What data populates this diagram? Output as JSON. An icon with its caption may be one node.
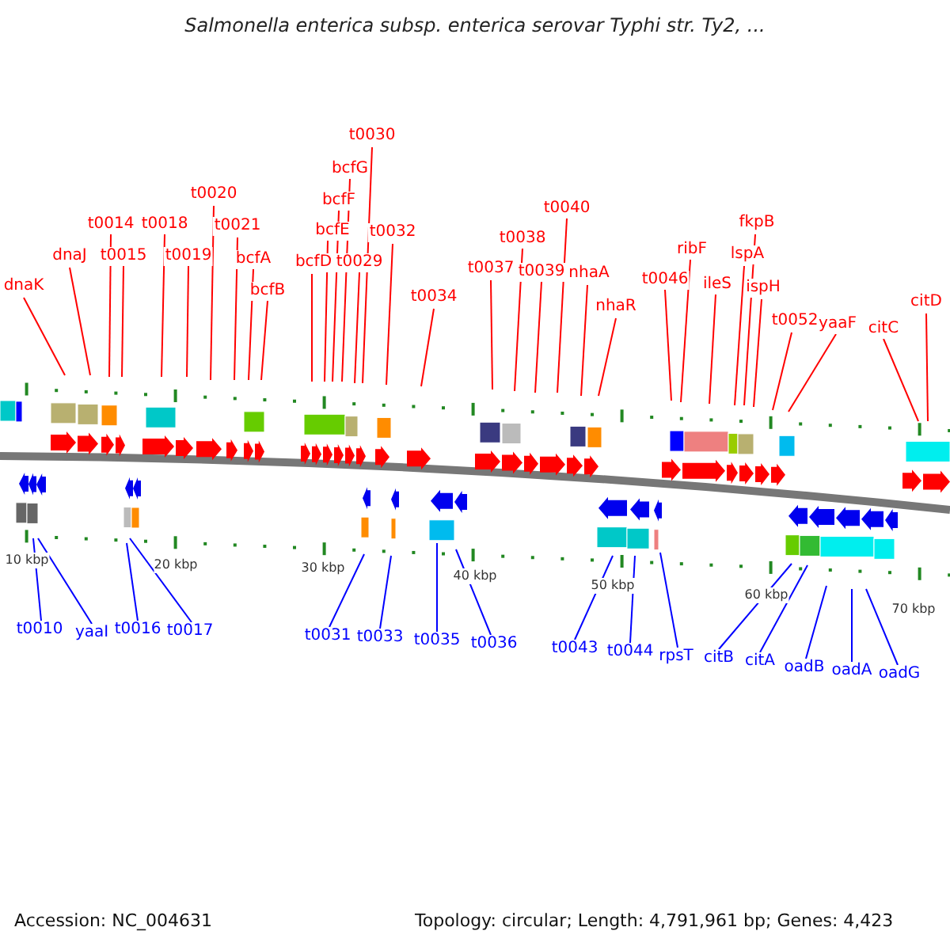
{
  "diagram": {
    "title": "Salmonella enterica subsp. enterica serovar Typhi str. Ty2, ...",
    "nodes": [
      {
        "text": [
          "dnaK"
        ]
      },
      {
        "text": [
          "dnaJ"
        ]
      },
      {
        "text": [
          "t0014"
        ]
      },
      {
        "text": [
          "t0015"
        ]
      },
      {
        "text": [
          "t0018"
        ]
      },
      {
        "text": [
          "t0019"
        ]
      },
      {
        "text": [
          "t0020"
        ]
      },
      {
        "text": [
          "t0021"
        ]
      },
      {
        "text": [
          "bcfA"
        ]
      },
      {
        "text": [
          "bcfB"
        ]
      },
      {
        "text": [
          "bcfD"
        ]
      },
      {
        "text": [
          "bcfE"
        ]
      },
      {
        "text": [
          "bcfF"
        ]
      },
      {
        "text": [
          "bcfG"
        ]
      },
      {
        "text": [
          "t0029"
        ]
      },
      {
        "text": [
          "t0030"
        ]
      },
      {
        "text": [
          "t0032"
        ]
      },
      {
        "text": [
          "t0034"
        ]
      },
      {
        "text": [
          "t0037"
        ]
      },
      {
        "text": [
          "t0038"
        ]
      },
      {
        "text": [
          "t0039"
        ]
      },
      {
        "text": [
          "t0040"
        ]
      },
      {
        "text": [
          "nhaA"
        ]
      },
      {
        "text": [
          "nhaR"
        ]
      },
      {
        "text": [
          "t0046"
        ]
      },
      {
        "text": [
          "ribF"
        ]
      },
      {
        "text": [
          "ileS"
        ]
      },
      {
        "text": [
          "lspA"
        ]
      },
      {
        "text": [
          "fkpB"
        ]
      },
      {
        "text": [
          "ispH"
        ]
      },
      {
        "text": [
          "t0052"
        ]
      },
      {
        "text": [
          "yaaF"
        ]
      },
      {
        "text": [
          "citC"
        ]
      },
      {
        "text": [
          "citD"
        ]
      },
      {
        "text": [
          "t0010"
        ]
      },
      {
        "text": [
          "yaaI"
        ]
      },
      {
        "text": [
          "t0016"
        ]
      },
      {
        "text": [
          "t0017"
        ]
      },
      {
        "text": [
          "t0031"
        ]
      },
      {
        "text": [
          "t0033"
        ]
      },
      {
        "text": [
          "t0035"
        ]
      },
      {
        "text": [
          "t0036"
        ]
      },
      {
        "text": [
          "t0043"
        ]
      },
      {
        "text": [
          "t0044"
        ]
      },
      {
        "text": [
          "rpsT"
        ]
      },
      {
        "text": [
          "citB"
        ]
      },
      {
        "text": [
          "citA"
        ]
      },
      {
        "text": [
          "oadB"
        ]
      },
      {
        "text": [
          "oadA"
        ]
      },
      {
        "text": [
          "oadG"
        ]
      }
    ],
    "edges": [
      {
        "from": 0,
        "to": null,
        "arrow": "none"
      },
      {
        "from": 1,
        "to": null,
        "arrow": "none"
      },
      {
        "from": 2,
        "to": null,
        "arrow": "none"
      },
      {
        "from": 3,
        "to": null,
        "arrow": "none"
      },
      {
        "from": 4,
        "to": null,
        "arrow": "none"
      },
      {
        "from": 5,
        "to": null,
        "arrow": "none"
      },
      {
        "from": 6,
        "to": null,
        "arrow": "none"
      },
      {
        "from": 7,
        "to": null,
        "arrow": "none"
      },
      {
        "from": 8,
        "to": null,
        "arrow": "none"
      },
      {
        "from": 9,
        "to": null,
        "arrow": "none"
      },
      {
        "from": 10,
        "to": null,
        "arrow": "none"
      },
      {
        "from": 11,
        "to": null,
        "arrow": "none"
      },
      {
        "from": 12,
        "to": null,
        "arrow": "none"
      },
      {
        "from": 13,
        "to": null,
        "arrow": "none"
      },
      {
        "from": 14,
        "to": null,
        "arrow": "none"
      },
      {
        "from": 15,
        "to": null,
        "arrow": "none"
      },
      {
        "from": 16,
        "to": null,
        "arrow": "none"
      },
      {
        "from": 17,
        "to": null,
        "arrow": "none"
      },
      {
        "from": 18,
        "to": null,
        "arrow": "none"
      },
      {
        "from": 19,
        "to": null,
        "arrow": "none"
      },
      {
        "from": 20,
        "to": null,
        "arrow": "none"
      },
      {
        "from": 21,
        "to": null,
        "arrow": "none"
      },
      {
        "from": 22,
        "to": null,
        "arrow": "none"
      },
      {
        "from": 23,
        "to": null,
        "arrow": "none"
      },
      {
        "from": 24,
        "to": null,
        "arrow": "none"
      },
      {
        "from": 25,
        "to": null,
        "arrow": "none"
      },
      {
        "from": 26,
        "to": null,
        "arrow": "none"
      },
      {
        "from": 27,
        "to": null,
        "arrow": "none"
      },
      {
        "from": 28,
        "to": null,
        "arrow": "none"
      },
      {
        "from": 29,
        "to": null,
        "arrow": "none"
      },
      {
        "from": 30,
        "to": null,
        "arrow": "none"
      },
      {
        "from": 31,
        "to": null,
        "arrow": "none"
      },
      {
        "from": 32,
        "to": null,
        "arrow": "none"
      },
      {
        "from": 33,
        "to": null,
        "arrow": "none"
      },
      {
        "from": 34,
        "to": null,
        "arrow": "none",
        "color": "#0000ff"
      },
      {
        "from": 35,
        "to": null,
        "arrow": "none",
        "color": "#0000ff"
      },
      {
        "from": 36,
        "to": null,
        "arrow": "none",
        "color": "#0000ff"
      },
      {
        "from": 37,
        "to": null,
        "arrow": "none",
        "color": "#0000ff"
      },
      {
        "from": 38,
        "to": null,
        "arrow": "none",
        "color": "#0000ff"
      },
      {
        "from": 39,
        "to": null,
        "arrow": "none",
        "color": "#0000ff"
      },
      {
        "from": 40,
        "to": null,
        "arrow": "none",
        "color": "#0000ff"
      },
      {
        "from": 41,
        "to": null,
        "arrow": "none",
        "color": "#0000ff"
      },
      {
        "from": 42,
        "to": null,
        "arrow": "none",
        "color": "#0000ff"
      },
      {
        "from": 43,
        "to": null,
        "arrow": "none",
        "color": "#0000ff"
      },
      {
        "from": 44,
        "to": null,
        "arrow": "none",
        "color": "#0000ff"
      },
      {
        "from": 45,
        "to": null,
        "arrow": "none",
        "color": "#0000ff"
      },
      {
        "from": 46,
        "to": null,
        "arrow": "none",
        "color": "#0000ff"
      },
      {
        "from": 47,
        "to": null,
        "arrow": "none",
        "color": "#0000ff"
      },
      {
        "from": 48,
        "to": null,
        "arrow": "none",
        "color": "#0000ff"
      },
      {
        "from": 49,
        "to": null,
        "arrow": "none",
        "color": "#0000ff"
      }
    ],
    "labels": [
      "10 kbp",
      "20 kbp",
      "30 kbp",
      "40 kbp",
      "50 kbp",
      "60 kbp",
      "70 kbp",
      "Accession: NC_004631",
      "Topology: circular; Length: 4,791,961 bp; Genes: 4,423"
    ]
  }
}
